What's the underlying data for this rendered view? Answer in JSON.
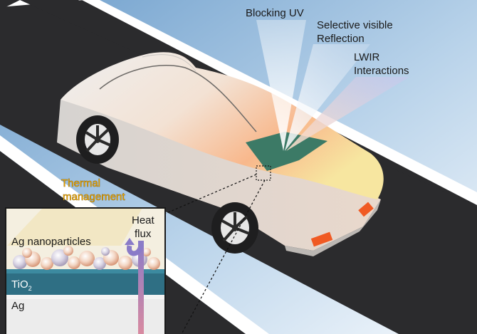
{
  "labels": {
    "blocking_uv": "Blocking UV",
    "selective_visible_line1": "Selective visible",
    "selective_visible_line2": "Reflection",
    "lwir_line1": "LWIR",
    "lwir_line2": "Interactions",
    "thermal_line1": "Thermal",
    "thermal_line2": "management",
    "heat_line1": "Heat",
    "heat_line2": "flux",
    "ag_nanoparticles": "Ag nanoparticles",
    "tio2_main": "TiO",
    "tio2_sub": "2",
    "ag_layer": "Ag"
  },
  "colors": {
    "sky": "#9cc2e2",
    "road": "#2b2b2d",
    "road_line": "#ffffff",
    "car_body": "#e9e6e2",
    "car_glow": "#f7a86a",
    "coating_patch": "#3c7a66",
    "thermal_text": "#e6a200",
    "tio2_layer": "#2f6f84",
    "ag_layer": "#ececec",
    "tail_light": "#f05a23"
  }
}
